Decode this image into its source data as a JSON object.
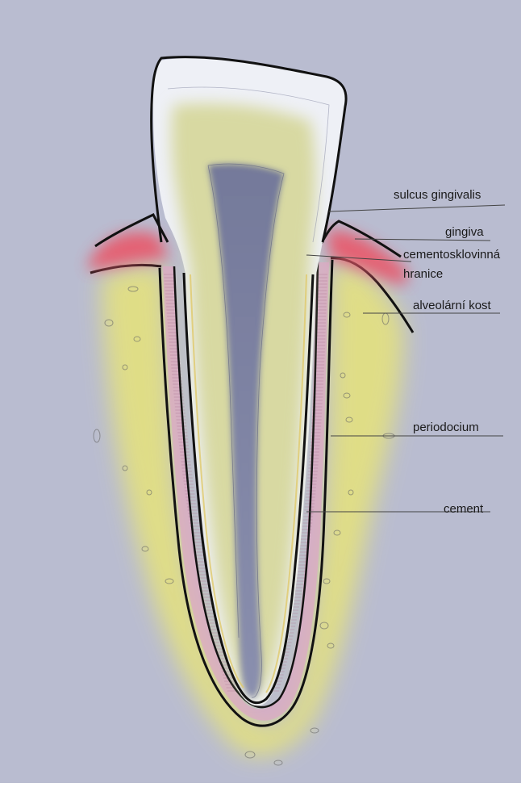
{
  "labels": {
    "sulcus": "sulcus gingivalis",
    "gingiva": "gingiva",
    "cej_line1": "cementosklovinná",
    "cej_line2": "hranice",
    "bone": "alveolární kost",
    "periodontium": "periodocium",
    "cement": "cement"
  },
  "colors": {
    "paper": "#b3b6cc",
    "bone": "#e6e37a",
    "gingiva": "#e8586a",
    "periodontium": "#dca8c4",
    "enamel": "#eef0f6",
    "dentin": "#d8d9a2",
    "pulp": "#7f84a2",
    "outline": "#111111"
  }
}
